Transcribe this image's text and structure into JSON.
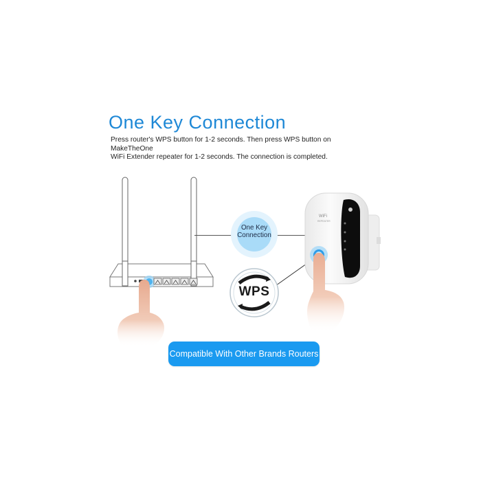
{
  "header": {
    "title": "One Key Connection",
    "description_line1": "Press router's WPS button for 1-2 seconds. Then press WPS button on MakeTheOne",
    "description_line2": "WiFi Extender repeater for 1-2 seconds. The connection is completed."
  },
  "diagram": {
    "center_badge": {
      "line1": "One Key",
      "line2": "Connection"
    },
    "wps_badge": {
      "label": "WPS",
      "icon": "wps-sync-arrows-icon"
    },
    "router": {
      "icon": "router-icon",
      "antennas": 2,
      "ports": 5
    },
    "extender": {
      "icon": "wifi-extender-icon",
      "logo_text": "WiFi"
    },
    "hands": [
      "pointing-hand-router",
      "pointing-hand-extender"
    ]
  },
  "footer": {
    "badge_label": "Compatible With Other Brands Routers"
  },
  "colors": {
    "title_blue": "#1e88d6",
    "pill_blue": "#1a9af0",
    "glow_blue": "#7fcaf3",
    "text_dark": "#222222"
  }
}
